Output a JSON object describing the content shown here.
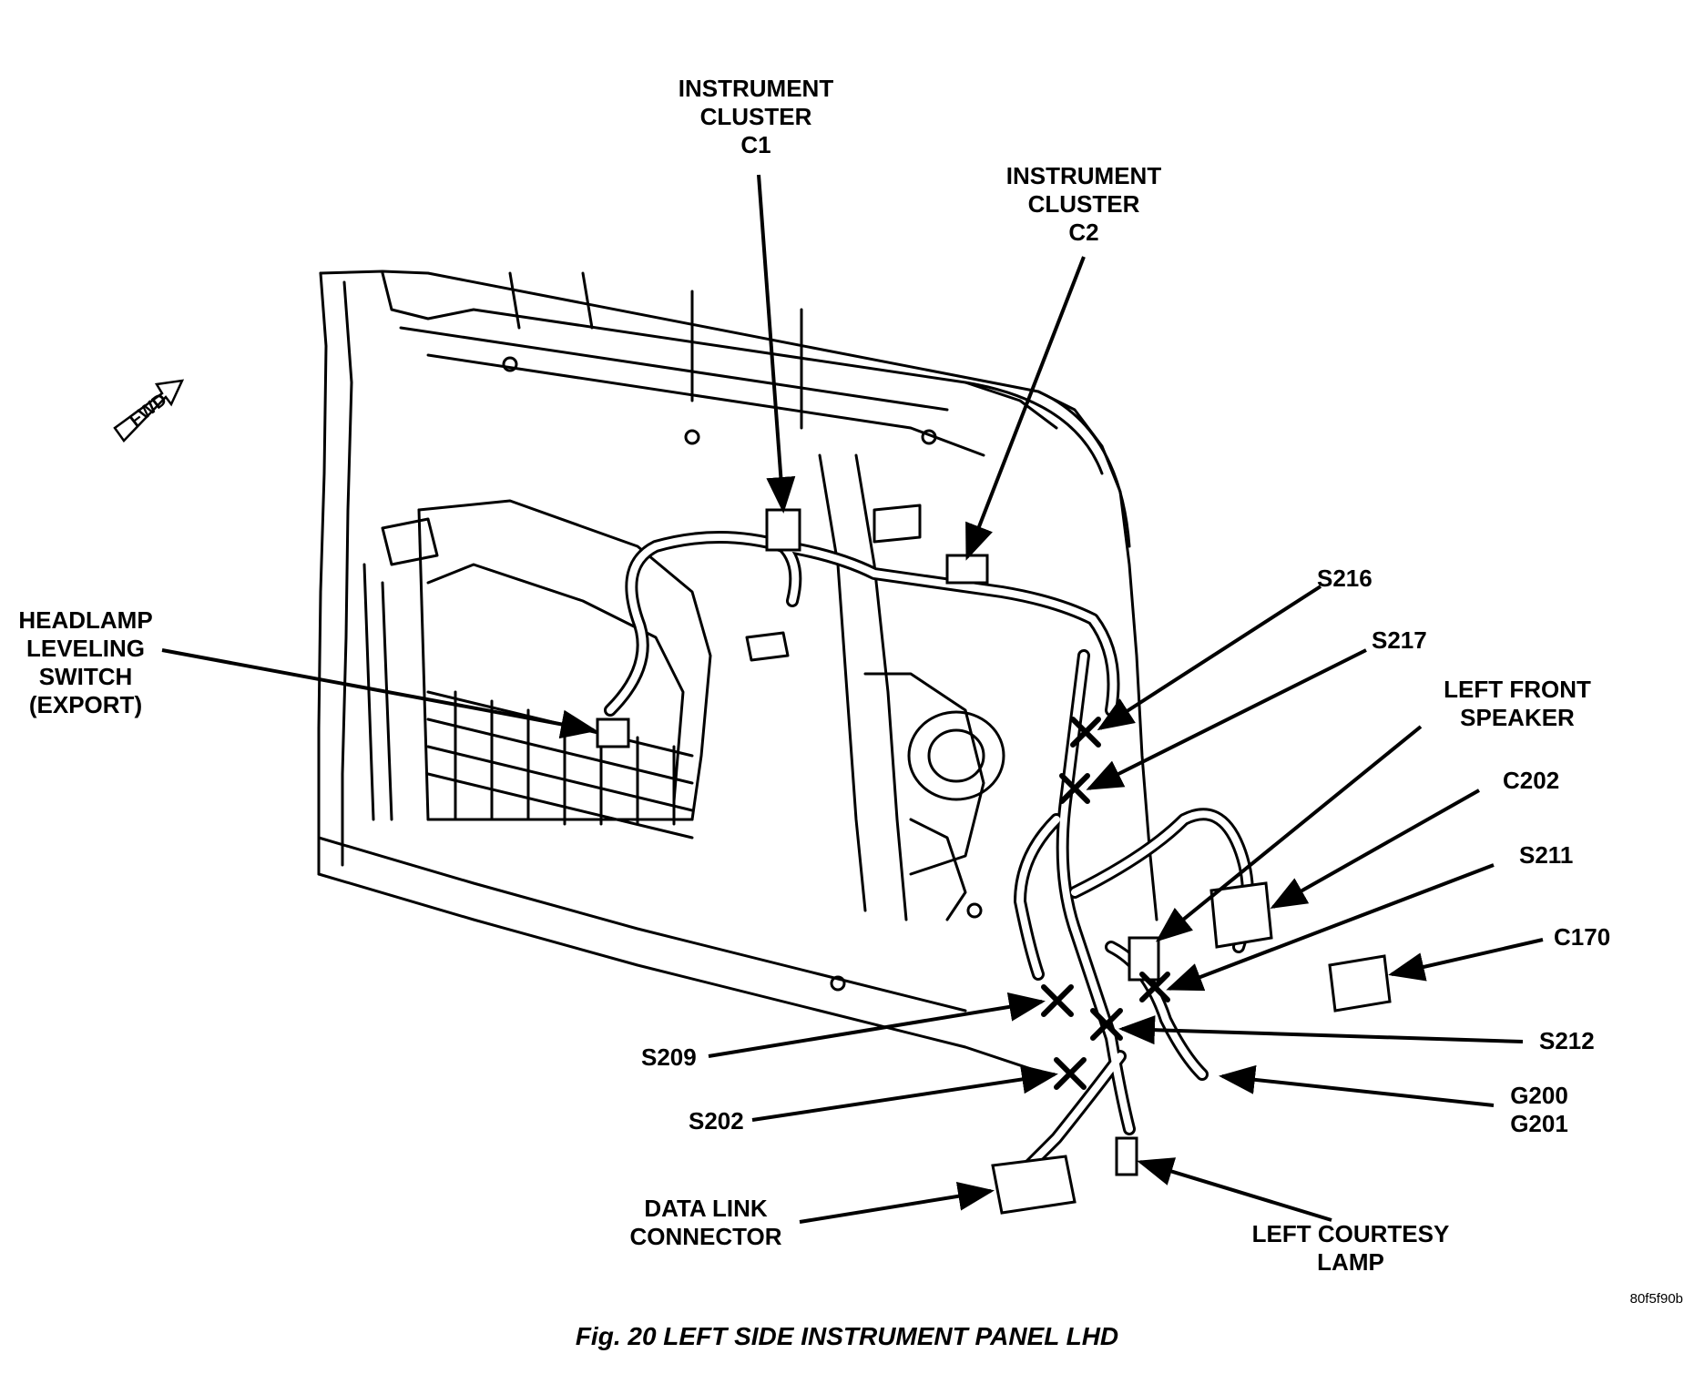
{
  "figure": {
    "caption": "Fig. 20 LEFT SIDE INSTRUMENT PANEL LHD",
    "reference_code": "80f5f90b",
    "fwd_badge": "FWD"
  },
  "labels": {
    "instrument_cluster_c1": [
      "INSTRUMENT",
      "CLUSTER",
      "C1"
    ],
    "instrument_cluster_c2": [
      "INSTRUMENT",
      "CLUSTER",
      "C2"
    ],
    "headlamp_leveling_switch": [
      "HEADLAMP",
      "LEVELING",
      "SWITCH",
      "(EXPORT)"
    ],
    "s216": "S216",
    "s217": "S217",
    "left_front_speaker": [
      "LEFT FRONT",
      "SPEAKER"
    ],
    "c202": "C202",
    "s211": "S211",
    "c170": "C170",
    "s212": "S212",
    "s209": "S209",
    "s202": "S202",
    "g200_g201": [
      "G200",
      "G201"
    ],
    "data_link_connector": [
      "DATA LINK",
      "CONNECTOR"
    ],
    "left_courtesy_lamp": [
      "LEFT COURTESY",
      "LAMP"
    ]
  },
  "colors": {
    "ink": "#000000",
    "paper": "#ffffff"
  }
}
